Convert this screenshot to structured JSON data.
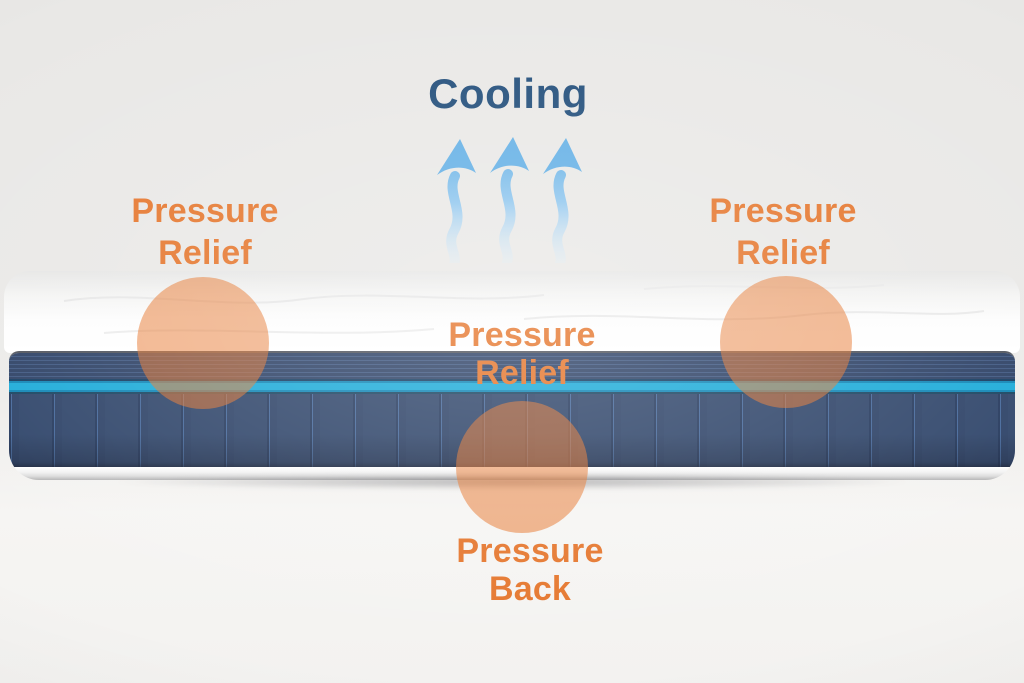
{
  "annotations": {
    "cooling": {
      "label": "Cooling"
    },
    "pressure_relief_left": {
      "line1": "Pressure",
      "line2": "Relief"
    },
    "pressure_relief_right": {
      "line1": "Pressure",
      "line2": "Relief"
    },
    "pressure_relief_center": {
      "line1": "Pressure",
      "line2": "Relief"
    },
    "pressure_back": {
      "line1": "Pressure",
      "line2": "Back"
    }
  },
  "icons": {
    "cooling_arrows": "three-wavy-up-arrows-icon"
  },
  "colors": {
    "label_orange": "#e5752b",
    "cooling_navy": "#1e4b78",
    "highlight_circle": "rgba(230,115,40,0.55)",
    "arrow_blue_dark": "#58aae3",
    "arrow_blue_light": "#d9ecf9",
    "mattress_navy": "#2c4166",
    "mattress_band_navy": "#2b3f63",
    "mattress_cyan_stripe": "#1aaad8",
    "mattress_top_white": "#fdfdfd",
    "backdrop_gray": "#e9e8e6"
  }
}
